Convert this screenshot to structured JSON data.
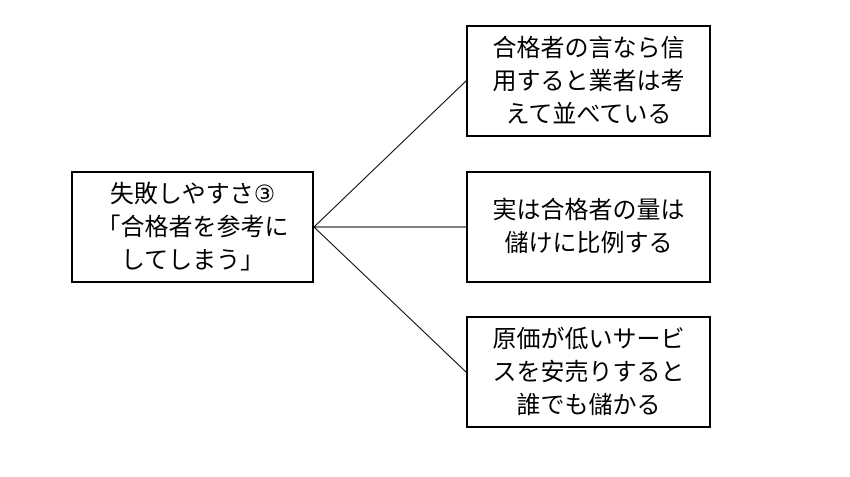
{
  "root": {
    "lines": [
      "失敗しやすさ③",
      "「合格者を参考に",
      "してしまう」"
    ]
  },
  "branches": [
    {
      "lines": [
        "合格者の言なら信",
        "用すると業者は考",
        "えて並べている"
      ]
    },
    {
      "lines": [
        "実は合格者の量は",
        "儲けに比例する"
      ]
    },
    {
      "lines": [
        "原価が低いサービ",
        "スを安売りすると",
        "誰でも儲かる"
      ]
    }
  ],
  "colors": {
    "line": "#000000",
    "border": "#000000",
    "background": "#ffffff"
  }
}
